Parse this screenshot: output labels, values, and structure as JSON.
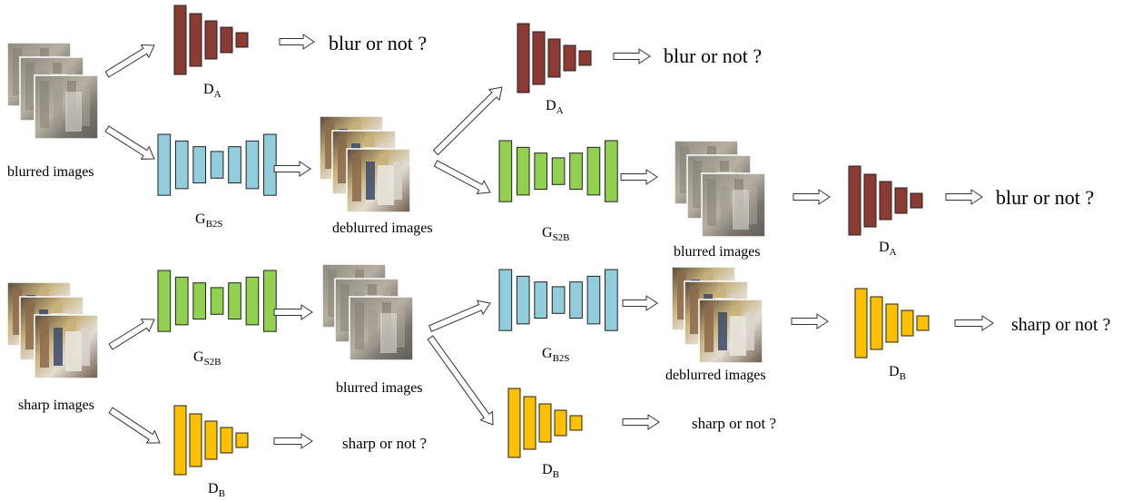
{
  "colors": {
    "discriminator_a": "#8b3a34",
    "discriminator_b": "#ffc000",
    "generator_b2s": "#92cddc",
    "generator_s2b": "#92d050",
    "outline": "#222222",
    "arrow": "#333333"
  },
  "labels": {
    "blurred_images": "blurred images",
    "sharp_images": "sharp images",
    "deblurred_images": "deblurred images",
    "blur_or_not": "blur or not ?",
    "sharp_or_not": "sharp or not ?"
  },
  "networks": {
    "d_a": {
      "main": "D",
      "sub": "A"
    },
    "d_b": {
      "main": "D",
      "sub": "B"
    },
    "g_b2s": {
      "main": "G",
      "sub": "B2S"
    },
    "g_s2b": {
      "main": "G",
      "sub": "S2B"
    }
  },
  "image_kinds": {
    "blurred": [
      "#7d7a72",
      "#9b9589",
      "#6f6c66",
      "#b5ae9f"
    ],
    "sharp": [
      "#8c6a4a",
      "#3b4a6b",
      "#c9b07a",
      "#d8d4cc"
    ]
  }
}
